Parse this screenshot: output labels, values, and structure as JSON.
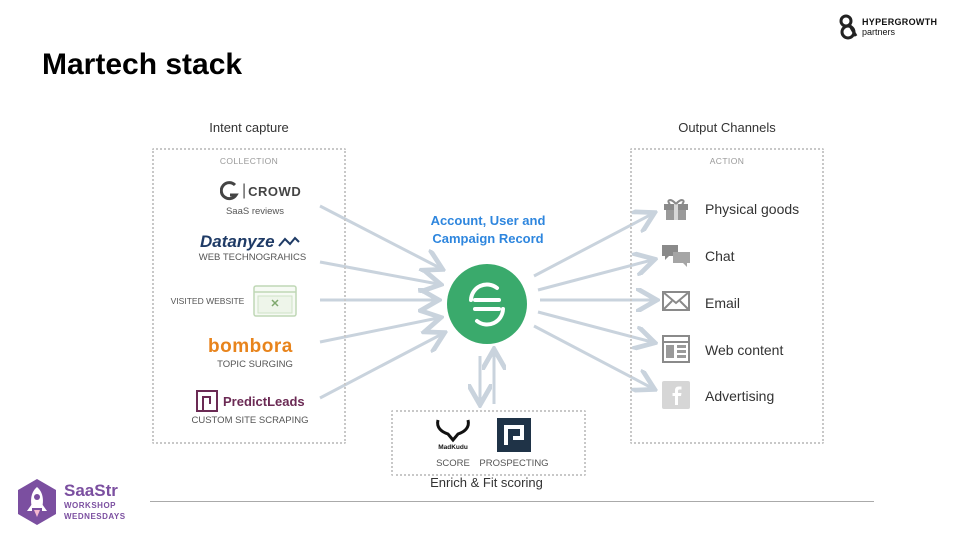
{
  "slide": {
    "title": "Martech stack",
    "brand": {
      "line1": "HYPERGROWTH",
      "line2": "partners"
    }
  },
  "intent": {
    "title": "Intent capture",
    "box_label": "COLLECTION",
    "items": [
      {
        "logo": "G2|CROWD",
        "caption": "SaaS reviews"
      },
      {
        "logo": "Datanyze",
        "caption": "WEB TECHNOGRAHICS"
      },
      {
        "logo": "",
        "caption": "VISITED WEBSITE"
      },
      {
        "logo": "bombora",
        "caption": "TOPIC SURGING"
      },
      {
        "logo": "PredictLeads",
        "caption": "CUSTOM SITE SCRAPING"
      }
    ]
  },
  "center": {
    "title_line1": "Account, User and",
    "title_line2": "Campaign Record",
    "hub_color": "#3aaa6c"
  },
  "output": {
    "title": "Output Channels",
    "box_label": "ACTION",
    "items": [
      {
        "icon": "gift-icon",
        "label": "Physical goods"
      },
      {
        "icon": "chat-icon",
        "label": "Chat"
      },
      {
        "icon": "envelope-icon",
        "label": "Email"
      },
      {
        "icon": "web-content-icon",
        "label": "Web content"
      },
      {
        "icon": "facebook-icon",
        "label": "Advertising"
      }
    ]
  },
  "enrich": {
    "title": "Enrich & Fit scoring",
    "items": [
      {
        "logo": "MadKudu",
        "caption": "SCORE"
      },
      {
        "caption": "PROSPECTING"
      }
    ]
  },
  "footer": {
    "line1": "SaaStr",
    "line2": "WORKSHOP",
    "line3": "WEDNESDAYS"
  }
}
